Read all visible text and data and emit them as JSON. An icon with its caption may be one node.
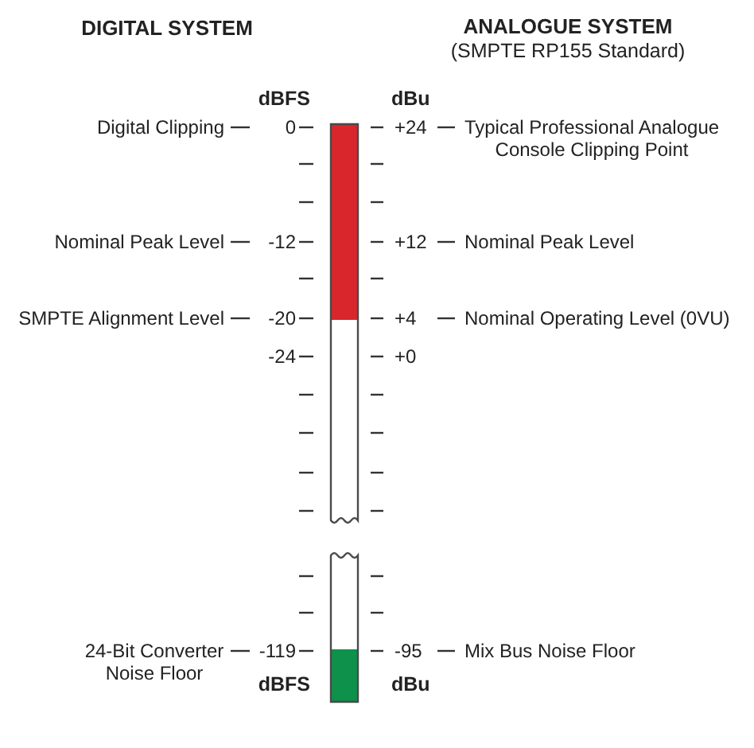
{
  "diagram": {
    "labels": [
      "DIGITAL SYSTEM",
      "ANALOGUE SYSTEM",
      "(SMPTE RP155 Standard)",
      "dBFS",
      "dBu",
      "Digital Clipping",
      "0",
      "+24",
      "Typical Professional Analogue Console Clipping Point",
      "Nominal Peak Level",
      "-12",
      "+12",
      "Nominal Peak Level",
      "SMPTE Alignment Level",
      "-20",
      "+4",
      "Nominal Operating Level (0VU)",
      "-24",
      "+0",
      "24-Bit Converter Noise Floor",
      "-119",
      "-95",
      "Mix Bus Noise Floor",
      "dBFS",
      "dBu"
    ]
  }
}
